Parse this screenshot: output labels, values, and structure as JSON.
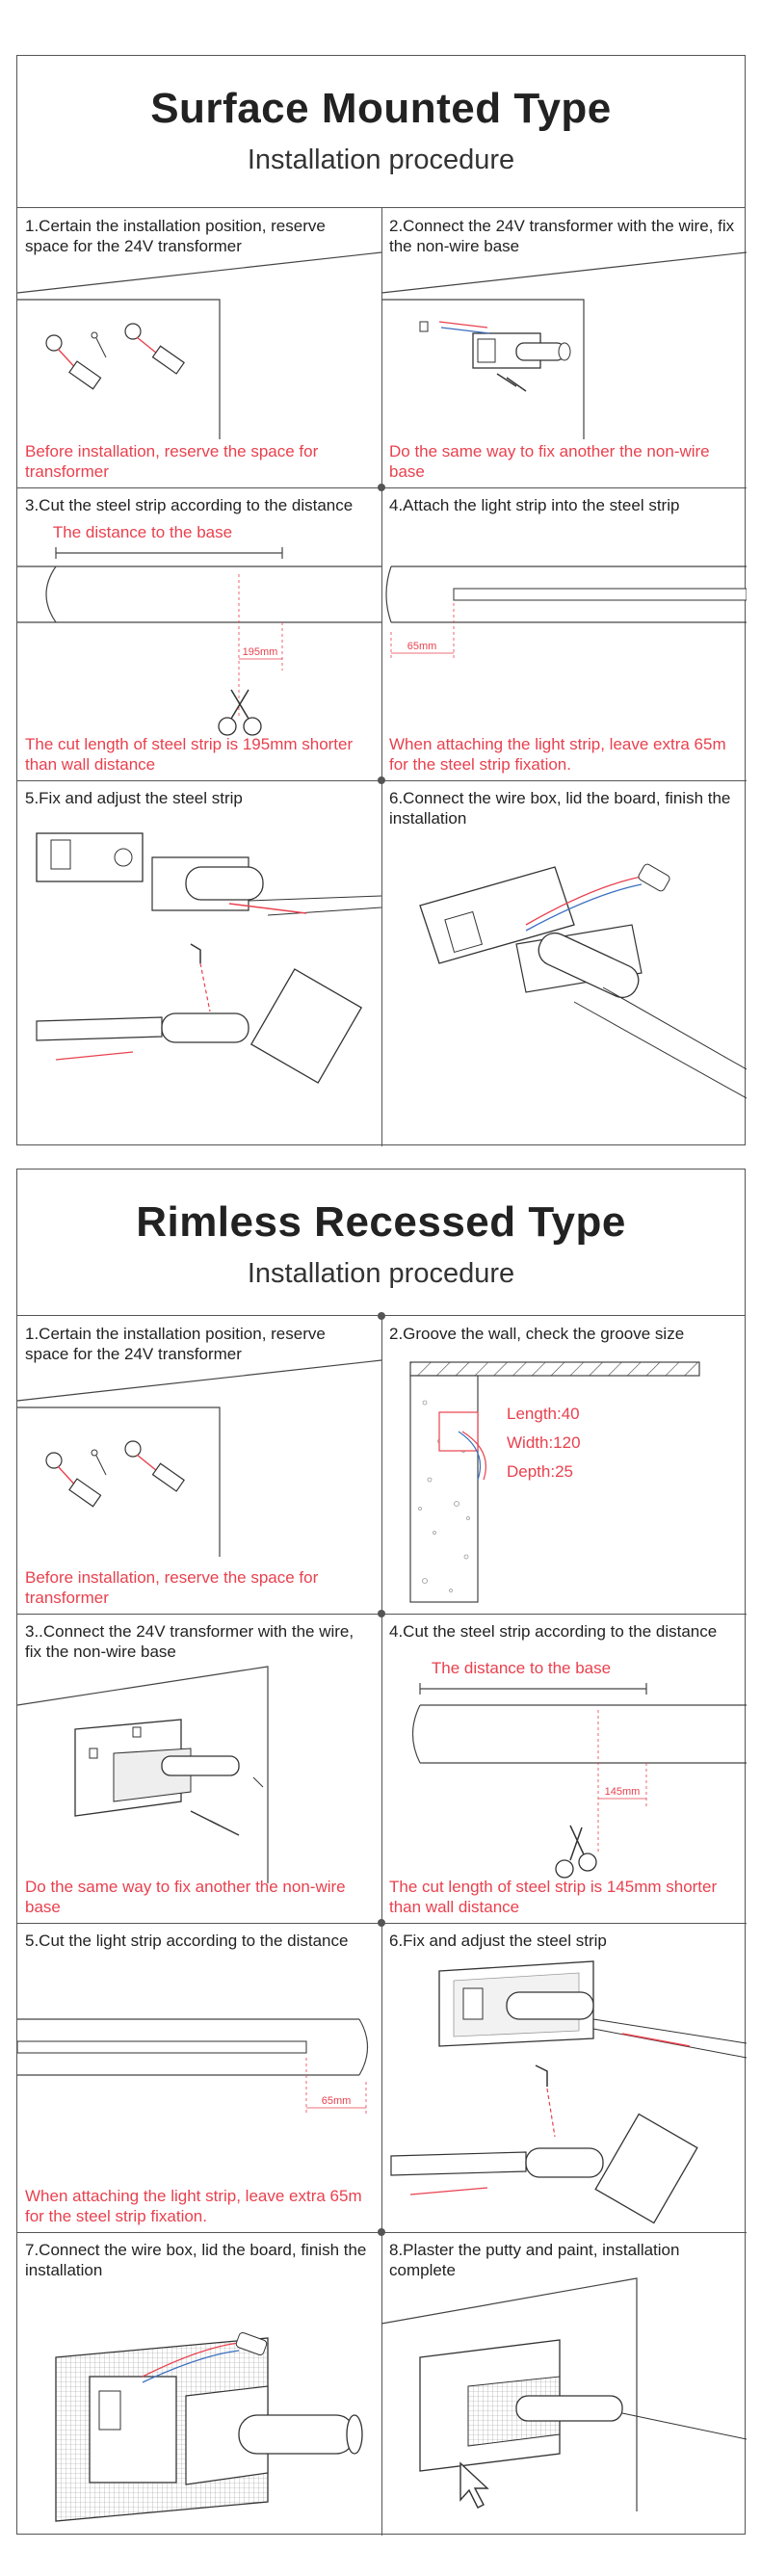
{
  "section1": {
    "title": "Surface Mounted Type",
    "subtitle": "Installation procedure",
    "steps": [
      {
        "text": "1.Certain the installation position, reserve space for the 24V transformer",
        "note": "Before installation, reserve the space for transformer"
      },
      {
        "text": "2.Connect the 24V transformer with the wire, fix the non-wire base",
        "note": "Do the same way to fix another the non-wire base"
      },
      {
        "text": "3.Cut the steel strip according to the distance",
        "note": "The cut length of steel strip is 195mm shorter than wall distance",
        "label": "The distance to the base",
        "dim": "195mm"
      },
      {
        "text": "4.Attach the light strip into the steel strip",
        "note": "When attaching the light strip, leave extra 65m for the steel strip fixation.",
        "dim": "65mm"
      },
      {
        "text": "5.Fix and adjust the steel strip"
      },
      {
        "text": "6.Connect the wire box, lid the board, finish the installation"
      }
    ]
  },
  "section2": {
    "title": "Rimless Recessed Type",
    "subtitle": "Installation procedure",
    "steps": [
      {
        "text": "1.Certain the installation position, reserve space for the 24V transformer",
        "note": "Before installation, reserve the space for transformer"
      },
      {
        "text": "2.Groove the wall, check the groove size",
        "length": "Length:40",
        "width": "Width:120",
        "depth": "Depth:25"
      },
      {
        "text": "3..Connect the 24V transformer with the wire, fix the non-wire base",
        "note": "Do the same way to fix another the non-wire base"
      },
      {
        "text": "4.Cut the steel strip according to the distance",
        "note": "The cut length of steel strip is 145mm shorter than wall distance",
        "label": "The distance to the base",
        "dim": "145mm"
      },
      {
        "text": "5.Cut the light strip according to the distance",
        "note": "When attaching the light strip, leave extra 65m for the steel strip fixation.",
        "dim": "65mm"
      },
      {
        "text": "6.Fix and adjust the steel strip"
      },
      {
        "text": "7.Connect the wire box, lid the board, finish the installation"
      },
      {
        "text": "8.Plaster the putty and paint, installation complete"
      }
    ]
  },
  "colors": {
    "accent": "#e8414e",
    "line": "#555555",
    "text": "#222222"
  }
}
